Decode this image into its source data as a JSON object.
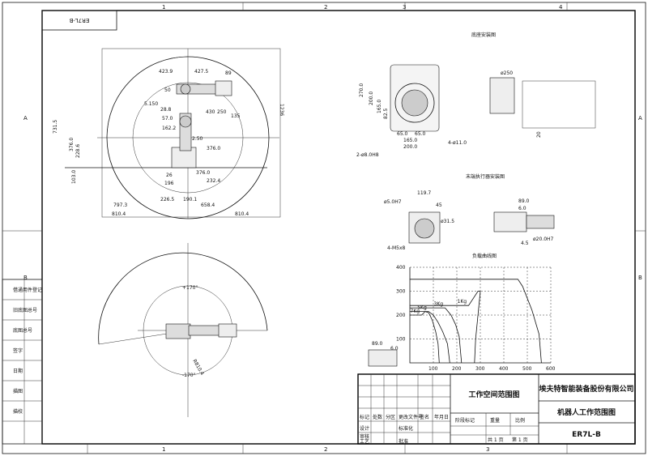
{
  "frame": {
    "col_numbers": [
      "1",
      "2",
      "3",
      "4"
    ],
    "row_letters": [
      "A",
      "B"
    ],
    "corner_tag": "ER7L-B"
  },
  "side_view": {
    "dims": {
      "d_423_9": "423.9",
      "d_427_5": "427.5",
      "d_89": "89",
      "d_1236": "1236",
      "d_731_5": "731.5",
      "d_376_l": "376.0",
      "d_228_6": "228.6",
      "d_103": "103.0",
      "d_50": "50",
      "d_5_150": "5.150",
      "d_28_8": "28.8",
      "d_57_0": "57.0",
      "d_162_2": "162.2",
      "d_430": "430",
      "d_250": "250",
      "d_135": "135",
      "d_2_50": "2.50",
      "d_376_r": "376.0",
      "d_376_b": "376.0",
      "d_232_4": "232.4",
      "d_26": "26",
      "d_196": "196",
      "d_226_5": "226.5",
      "d_190_1": "190.1",
      "d_658_4": "658.4",
      "d_797_3": "797.3",
      "d_810_4_l": "810.4",
      "d_810_4_r": "810.4"
    }
  },
  "top_view": {
    "angle_top": "+170°",
    "angle_bottom": "-170°",
    "radius": "R810.4"
  },
  "base_install": {
    "title": "底座安装图",
    "dims": {
      "d_270": "270.0",
      "d_200": "200.0",
      "d_165": "165.0",
      "d_82_5": "82.5",
      "d_65a": "65.0",
      "d_65b": "65.0",
      "d_165b": "165.0",
      "d_200b": "200.0",
      "holes": "4-ø11.0",
      "pins": "2-ø8.0H8",
      "phi250": "ø250",
      "d_20": "20"
    }
  },
  "flange_install": {
    "title": "末端执行器安装图",
    "dims": {
      "d_119_7": "119.7",
      "d_45": "45",
      "d_phi5": "ø5.0H7",
      "d_phi31_5": "ø31.5",
      "d_m5": "4-M5x8",
      "d_89": "89.0",
      "d_6": "6.0",
      "d_phi20": "ø20.0H7",
      "d_4_5": "4.5"
    }
  },
  "chart_data": {
    "type": "line",
    "title": "负载曲线图",
    "xlim": [
      0,
      600
    ],
    "ylim": [
      0,
      400
    ],
    "x_ticks": [
      "100",
      "200",
      "300",
      "400",
      "500",
      "600"
    ],
    "y_ticks": [
      "400",
      "300",
      "200",
      "100"
    ],
    "offset_dims": [
      "89.0",
      "6.0"
    ],
    "series": [
      {
        "name": "7Kg",
        "points": [
          [
            0,
            200
          ],
          [
            50,
            200
          ],
          [
            65,
            215
          ],
          [
            80,
            210
          ],
          [
            95,
            180
          ],
          [
            110,
            130
          ],
          [
            120,
            80
          ],
          [
            125,
            0
          ]
        ]
      },
      {
        "name": "5Kg",
        "points": [
          [
            0,
            215
          ],
          [
            80,
            215
          ],
          [
            100,
            200
          ],
          [
            120,
            170
          ],
          [
            140,
            130
          ],
          [
            160,
            80
          ],
          [
            170,
            0
          ]
        ]
      },
      {
        "name": "3Kg",
        "points": [
          [
            0,
            230
          ],
          [
            150,
            230
          ],
          [
            175,
            200
          ],
          [
            195,
            160
          ],
          [
            210,
            110
          ],
          [
            220,
            0
          ]
        ]
      },
      {
        "name": "1Kg",
        "points": [
          [
            0,
            240
          ],
          [
            250,
            240
          ],
          [
            290,
            300
          ],
          [
            300,
            300
          ],
          [
            290,
            200
          ],
          [
            280,
            100
          ],
          [
            275,
            0
          ]
        ]
      },
      {
        "name": "",
        "points": [
          [
            0,
            350
          ],
          [
            460,
            350
          ],
          [
            480,
            320
          ],
          [
            520,
            220
          ],
          [
            550,
            120
          ],
          [
            560,
            0
          ]
        ]
      }
    ]
  },
  "title_block": {
    "left_table": {
      "r1": [
        "标记",
        "处数",
        "分区",
        "更改文件号",
        "签名",
        "年月日"
      ],
      "r2": [
        "设计",
        "",
        "",
        "标准化",
        "",
        ""
      ],
      "r3": [
        "审核",
        "",
        "",
        "",
        "",
        ""
      ],
      "r4": [
        "工艺",
        "",
        "",
        "批准",
        "",
        ""
      ]
    },
    "stage_labels": [
      "阶段标记",
      "重量",
      "比例"
    ],
    "sheet_labels": [
      "共 1 页",
      "第 1 页"
    ],
    "drawing_name": "工作空间范围图",
    "company": "埃夫特智能装备股份有限公司",
    "sheet_title": "机器人工作范围图",
    "model": "ER7L-B"
  },
  "side_table": {
    "rows": [
      "借通用件登记",
      "旧底图总号",
      "底图总号",
      "签字",
      "日期",
      "描图",
      "描校"
    ]
  }
}
